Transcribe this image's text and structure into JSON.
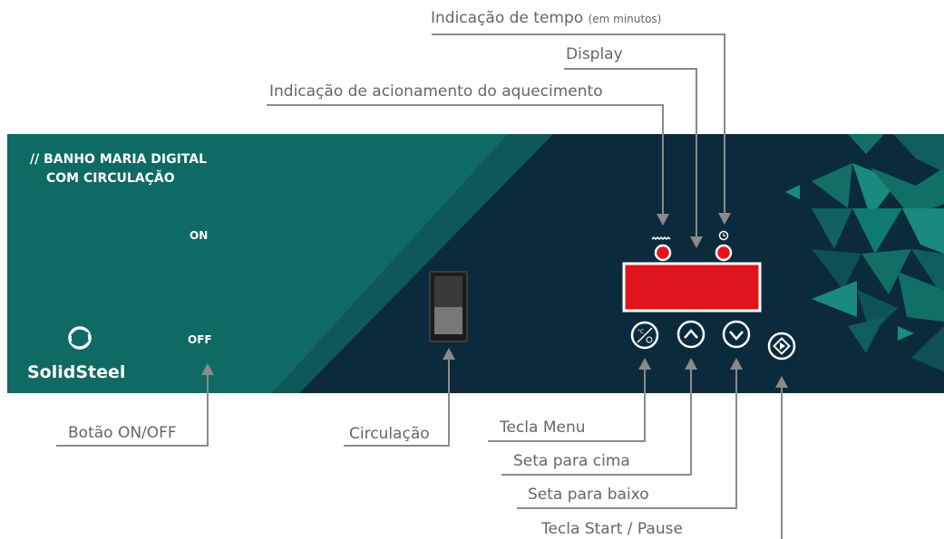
{
  "panel": {
    "title_line1": "// BANHO MARIA DIGITAL",
    "title_line2": "COM CIRCULAÇÃO",
    "on_label": "ON",
    "off_label": "OFF",
    "brand": "SolidSteel",
    "colors": {
      "teal_light": "#0f6a63",
      "navy": "#0b2b3c",
      "display_red": "#e0141c",
      "led_red": "#e4151b",
      "leader_gray": "#8a8a8a"
    }
  },
  "callouts": {
    "tempo": "Indicação de tempo",
    "tempo_unit": "(em minutos)",
    "display": "Display",
    "aquecimento": "Indicação de acionamento do aquecimento",
    "botao": "Botão ON/OFF",
    "circulacao": "Circulação",
    "menu": "Tecla Menu",
    "seta_cima": "Seta para cima",
    "seta_baixo": "Seta para baixo",
    "start": "Tecla Start / Pause"
  },
  "icons": {
    "heating": "heating-wave-icon",
    "clock": "clock-icon",
    "menu": "menu-temp-time-icon",
    "up": "chevron-up-icon",
    "down": "chevron-down-icon",
    "start": "start-pause-icon"
  }
}
